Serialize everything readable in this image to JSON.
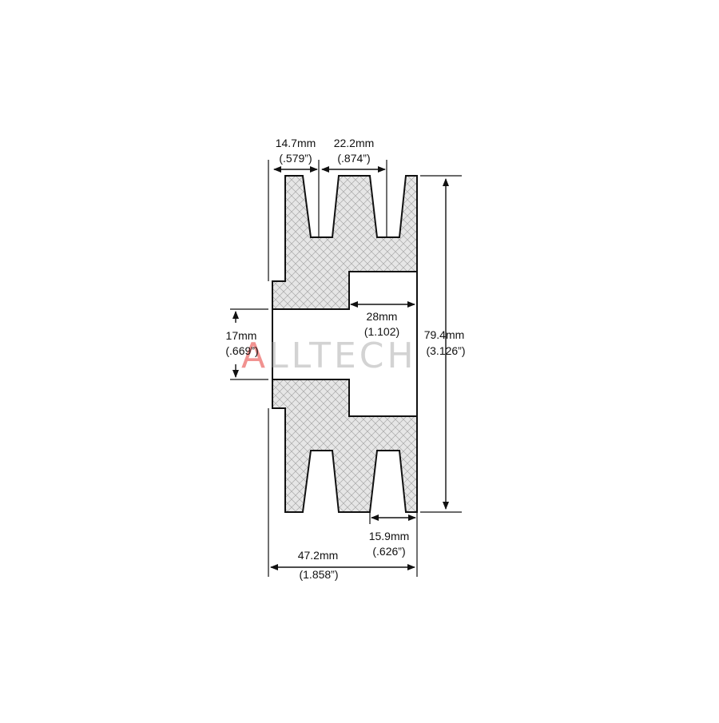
{
  "drawing": {
    "colors": {
      "line": "#111111",
      "fill": "#e6e6e6",
      "hatch": "#a8a8a8"
    },
    "dimensions": {
      "groove_top_width": {
        "mm": "14.7mm",
        "inch": "(.579”)"
      },
      "groove_pitch": {
        "mm": "22.2mm",
        "inch": "(.874”)"
      },
      "overall_diameter": {
        "mm": "79.4mm",
        "inch": "(3.126”)"
      },
      "bore": {
        "mm": "17mm",
        "inch": "(.669”)"
      },
      "hub_depth": {
        "mm": "28mm",
        "inch": "(1.102)"
      },
      "groove_bottom_width": {
        "mm": "15.9mm",
        "inch": "(.626”)"
      },
      "overall_width": {
        "mm": "47.2mm",
        "inch": "(1.858”)"
      }
    }
  },
  "watermark": {
    "text_left": "A",
    "text_right": "LLTECH",
    "color_left": "#e53935",
    "color_right": "#9e9e9e"
  }
}
